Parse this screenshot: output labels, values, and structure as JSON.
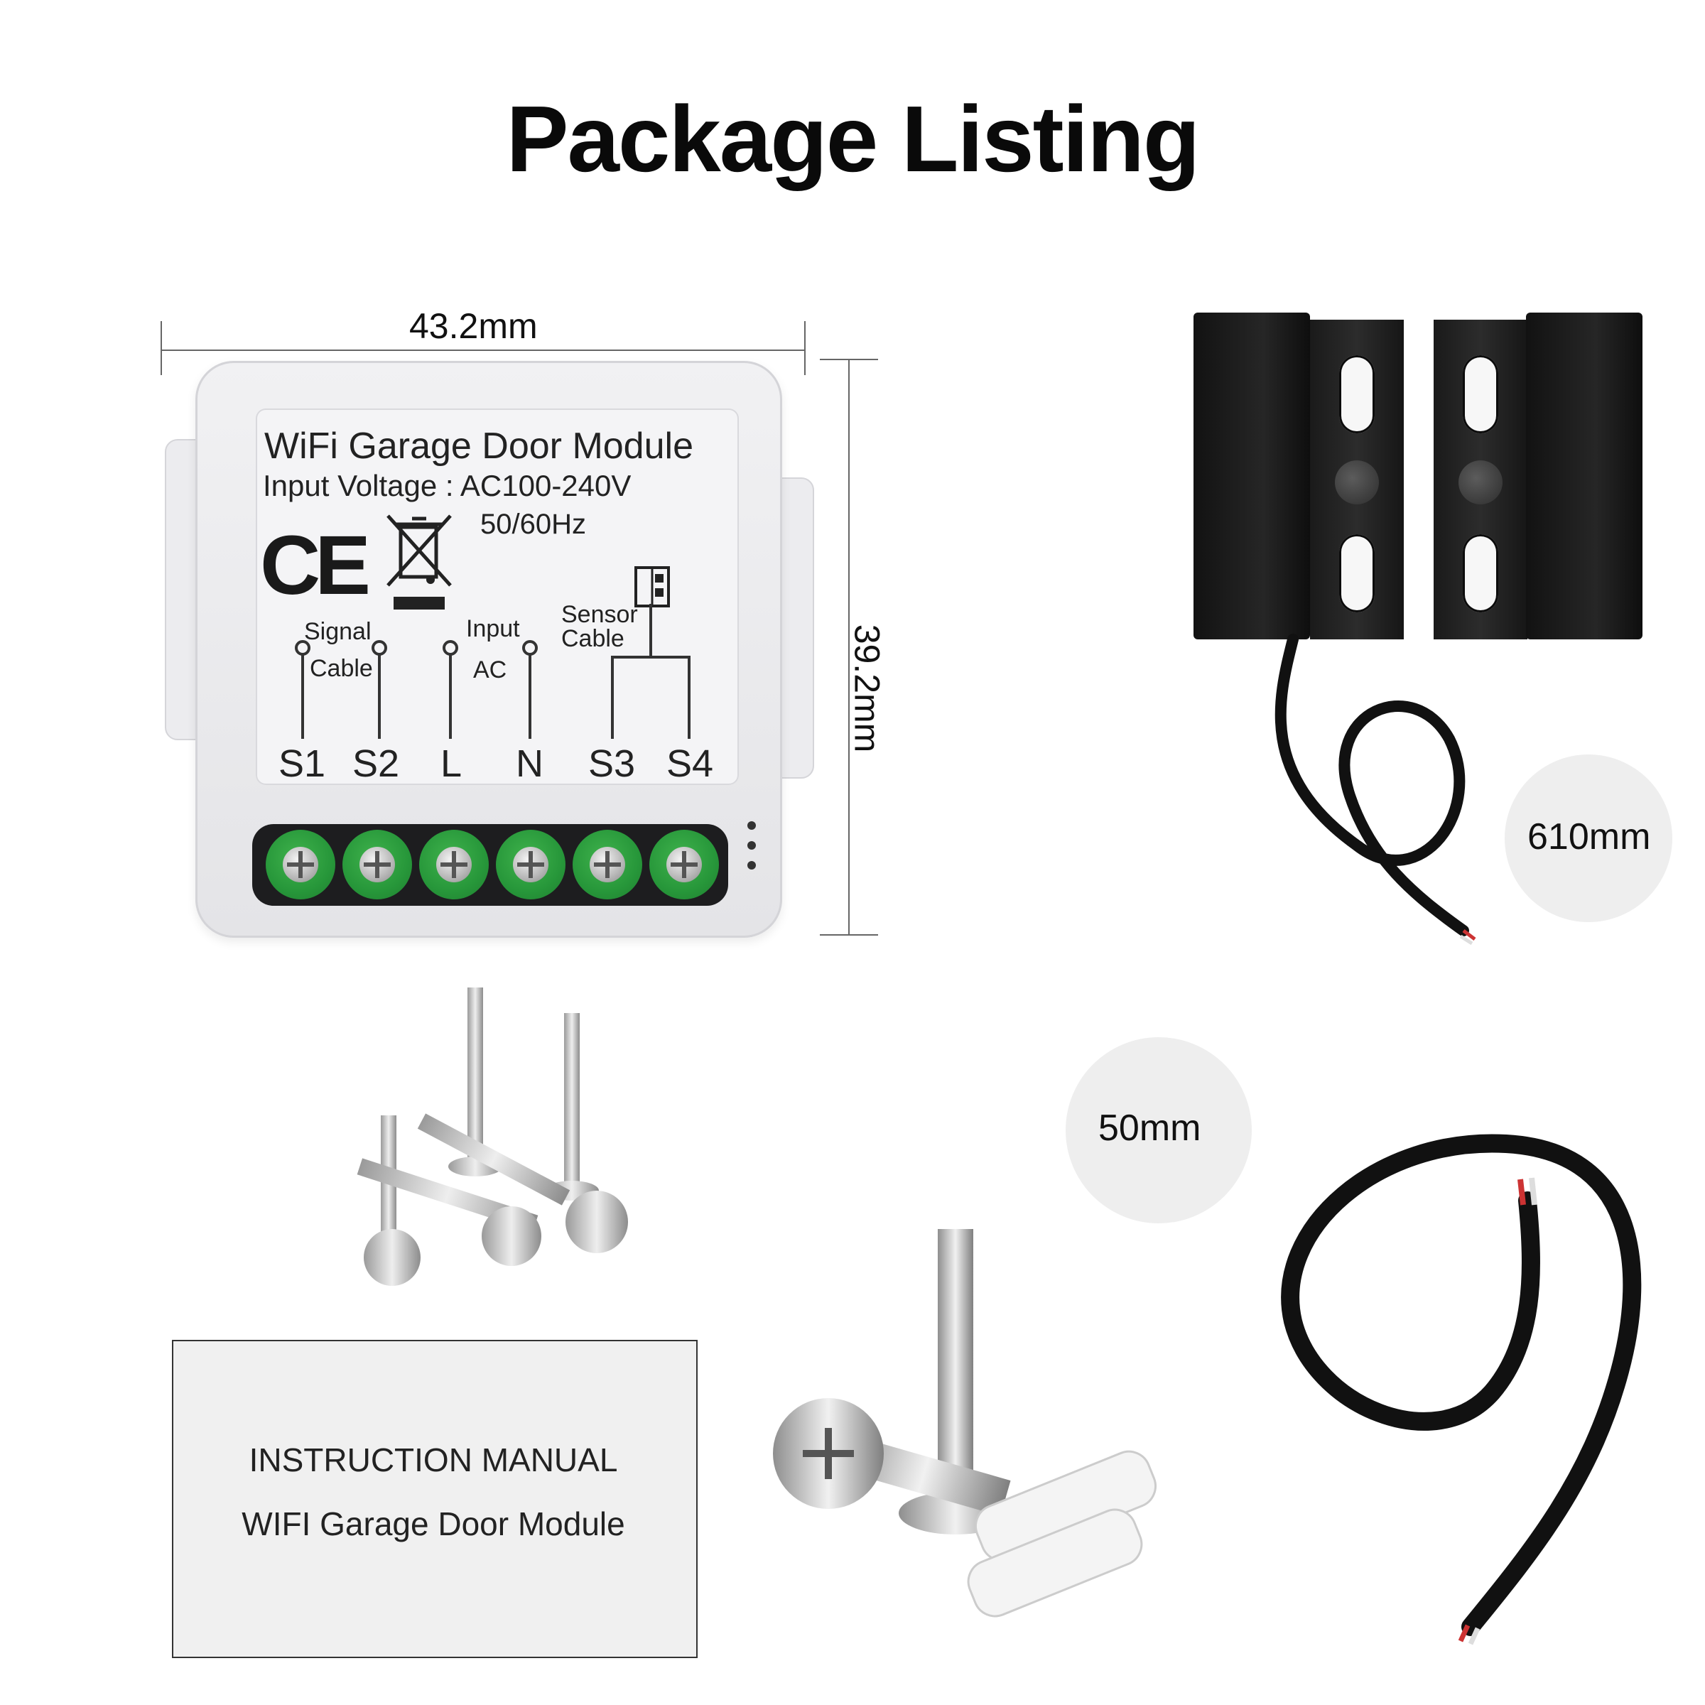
{
  "page": {
    "title": "Package Listing"
  },
  "dimensions": {
    "width_label": "43.2mm",
    "height_label": "39.2mm"
  },
  "module": {
    "name": "WiFi Garage Door Module",
    "voltage_label": "Input Voltage : AC100-240V",
    "frequency": "50/60Hz",
    "ce_mark": "CE",
    "weee_icon": "weee-bin-icon",
    "sensor_icon": "sensor-symbol-icon",
    "groups": {
      "signal_line1": "Signal",
      "signal_line2": "Cable",
      "input_line1": "Input",
      "input_line2": "AC",
      "sensor_line1": "Sensor",
      "sensor_line2": "Cable"
    },
    "terminals": [
      "S1",
      "S2",
      "L",
      "N",
      "S3",
      "S4"
    ],
    "terminal_color": "#2f9e3f"
  },
  "sensor": {
    "cable_length": "610mm"
  },
  "cable": {
    "length": "50mm"
  },
  "manual": {
    "line1": "INSTRUCTION MANUAL",
    "line2": "WIFI Garage Door Module"
  }
}
